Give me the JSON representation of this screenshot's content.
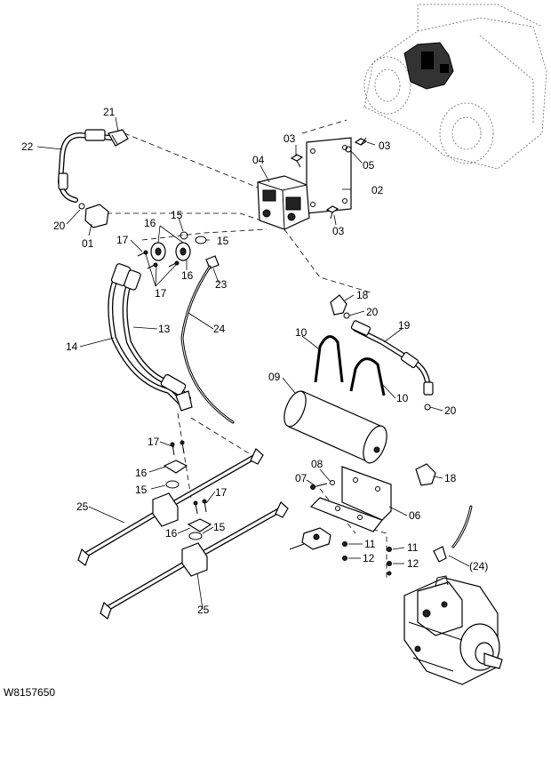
{
  "document_id": "W8157650",
  "callouts": {
    "c01": "01",
    "c02": "02",
    "c03a": "03",
    "c03b": "03",
    "c03c": "03",
    "c04": "04",
    "c05": "05",
    "c06": "06",
    "c07": "07",
    "c08": "08",
    "c09": "09",
    "c10a": "10",
    "c10b": "10",
    "c11a": "11",
    "c11b": "11",
    "c12a": "12",
    "c12b": "12",
    "c13": "13",
    "c14": "14",
    "c15a": "15",
    "c15b": "15",
    "c15c": "15",
    "c15d": "15",
    "c16a": "16",
    "c16b": "16",
    "c16c": "16",
    "c16d": "16",
    "c17a": "17",
    "c17b": "17",
    "c17c": "17",
    "c17d": "17",
    "c18a": "18",
    "c18b": "18",
    "c19": "19",
    "c20a": "20",
    "c20b": "20",
    "c20c": "20",
    "c21": "21",
    "c22": "22",
    "c23": "23",
    "c24": "24",
    "c24ref": "(24)",
    "c25a": "25",
    "c25b": "25"
  }
}
